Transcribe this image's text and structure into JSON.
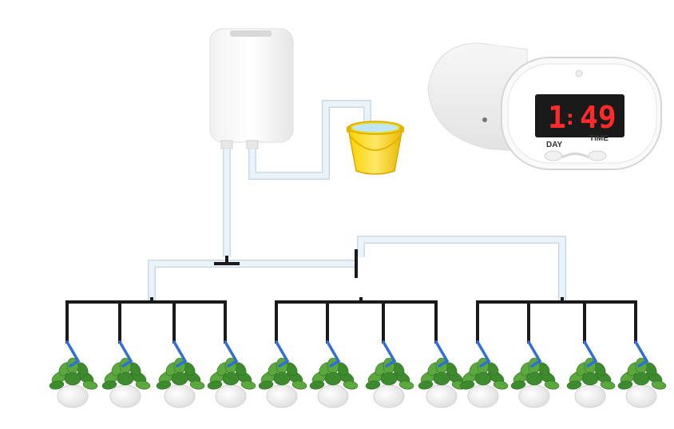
{
  "timer_device": {
    "display": {
      "left_digit": "1",
      "right_digits": "49"
    },
    "labels": {
      "day": "DAY",
      "time": "TIME"
    }
  },
  "plant_count": 12,
  "groups": 3,
  "colors": {
    "tube": "#e3eef6",
    "tube_outline": "#cfdce7",
    "black_line": "#1a1a1a",
    "drip_blue": "#2f6fd6",
    "bucket": "#f4c400",
    "led": "#ff2a2a"
  }
}
